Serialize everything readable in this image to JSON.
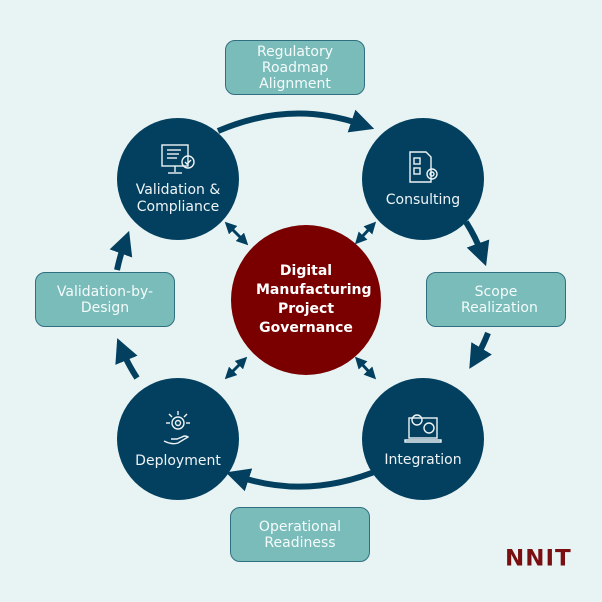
{
  "center": {
    "label": "Digital Manufacturing Project Governance"
  },
  "stages": [
    {
      "label": "Validation & Compliance",
      "icon": "monitor-checklist-icon"
    },
    {
      "label": "Consulting",
      "icon": "document-gear-icon"
    },
    {
      "label": "Integration",
      "icon": "laptop-gears-icon"
    },
    {
      "label": "Deployment",
      "icon": "hand-gear-icon"
    }
  ],
  "transitions": [
    {
      "label": "Regulatory Roadmap Alignment"
    },
    {
      "label": "Scope Realization"
    },
    {
      "label": "Operational Readiness"
    },
    {
      "label": "Validation-by-Design"
    }
  ],
  "logo": "NNIT",
  "colors": {
    "background": "#e8f4f4",
    "stage": "#03405f",
    "center": "#7a0000",
    "box": "#7abcba",
    "logo": "#7a0f12"
  }
}
